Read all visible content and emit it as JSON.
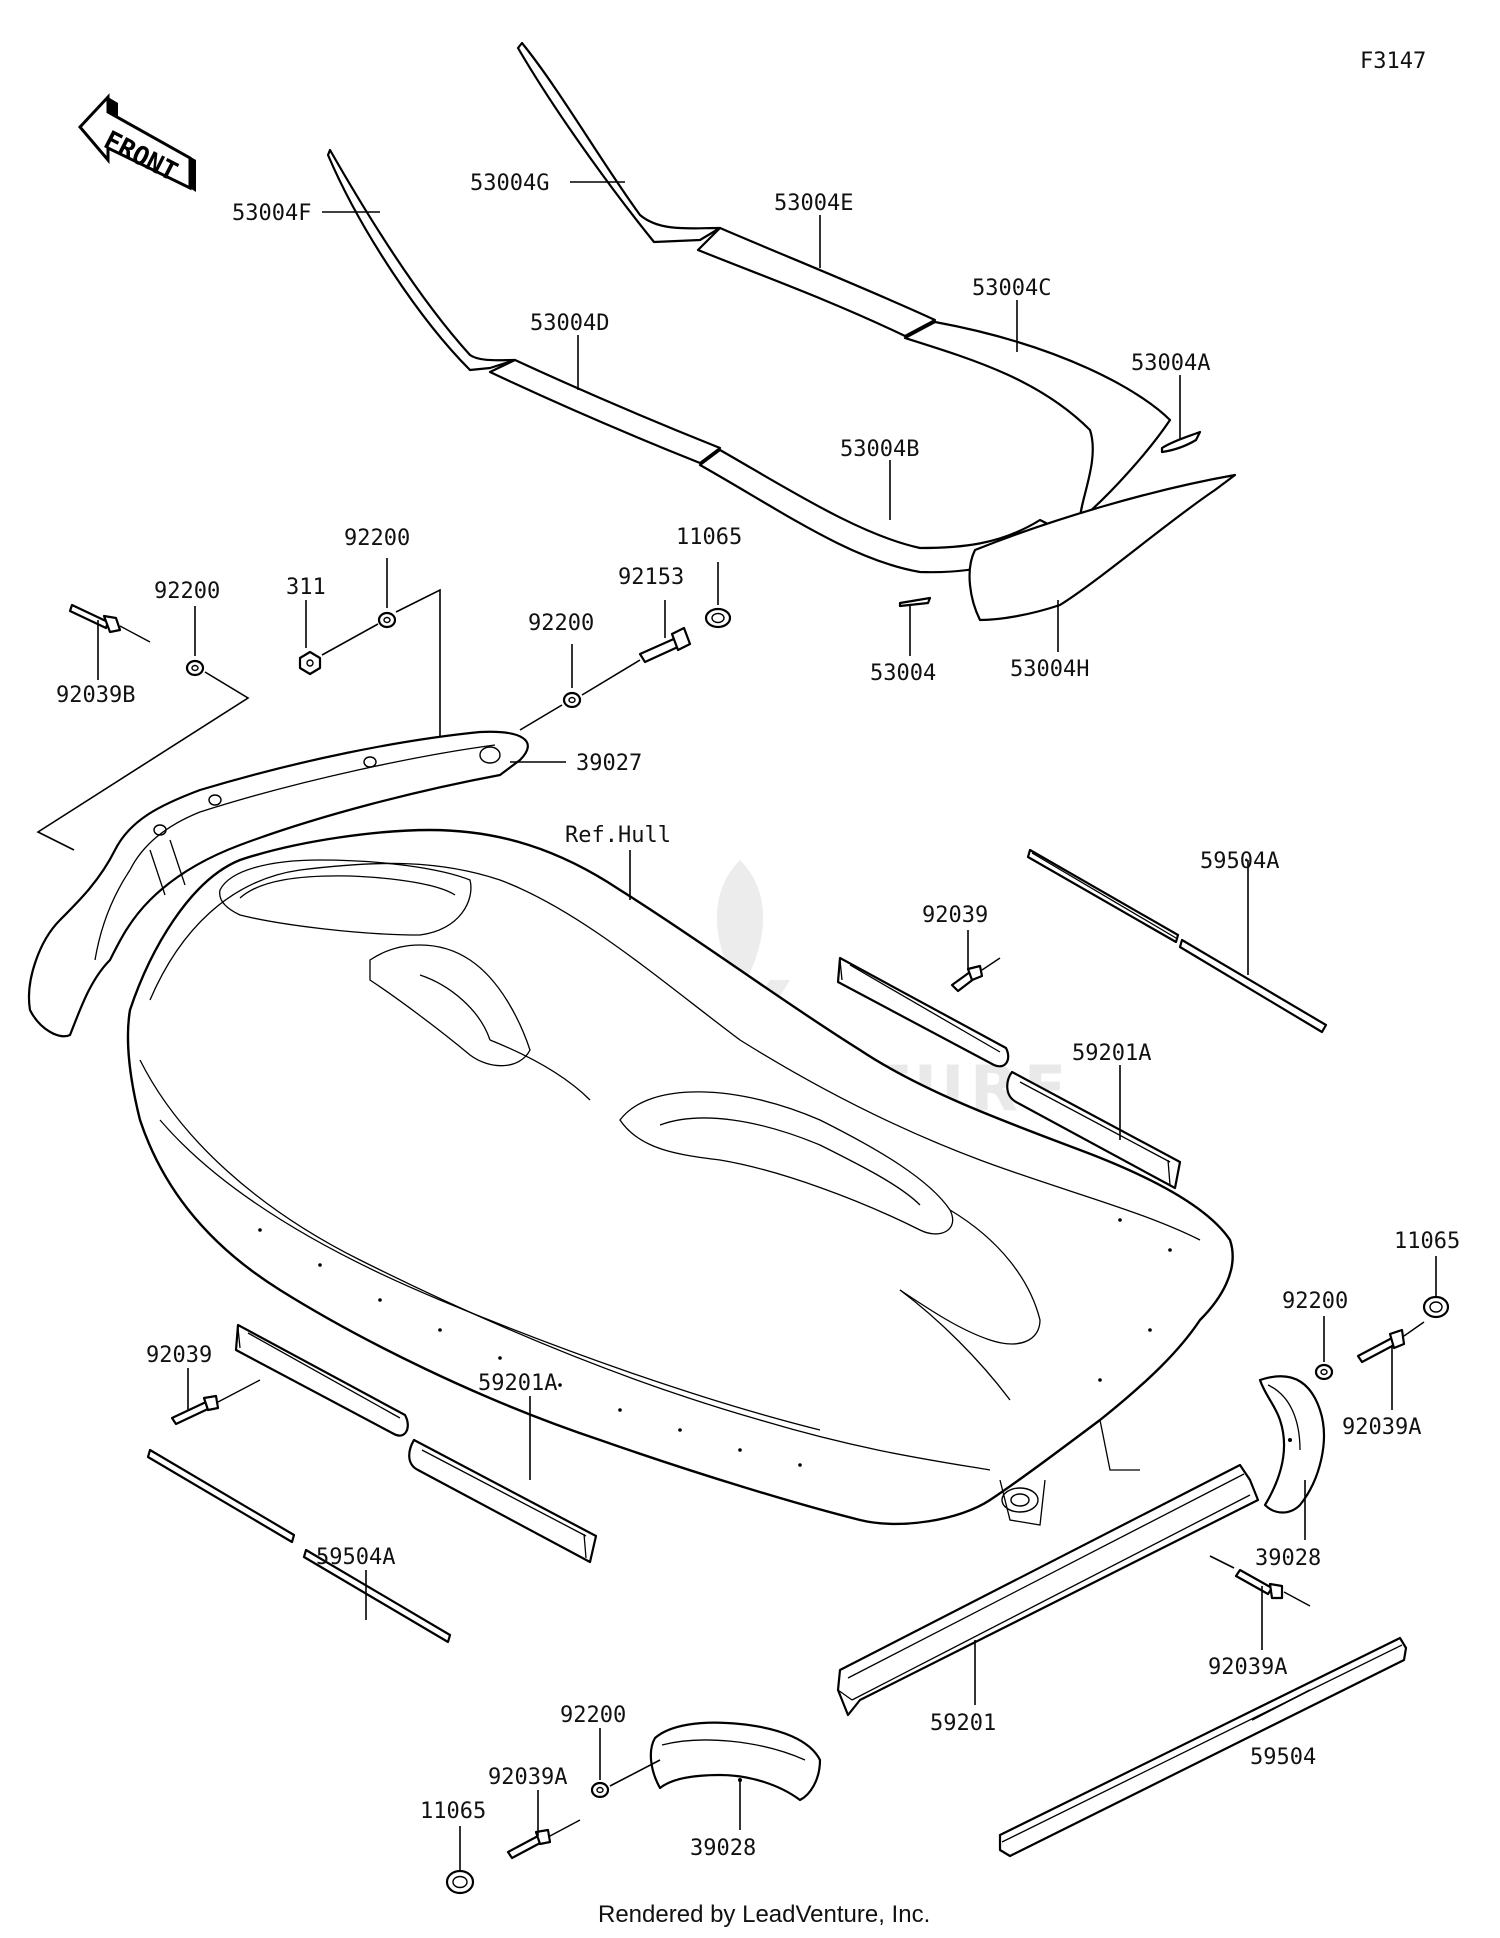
{
  "figure_id": "F3147",
  "front_label": "FRONT",
  "ref_hull_label": "Ref.Hull",
  "watermark": "LEADVENTURE",
  "footer": "Rendered by LeadVenture, Inc.",
  "labels": {
    "l53004G": "53004G",
    "l53004F": "53004F",
    "l53004E": "53004E",
    "l53004D": "53004D",
    "l53004C": "53004C",
    "l53004A": "53004A",
    "l53004B": "53004B",
    "l53004": "53004",
    "l53004H": "53004H",
    "l11065_top": "11065",
    "l92153": "92153",
    "l92200_mid": "92200",
    "l92200_top": "92200",
    "l311": "311",
    "l92200_left": "92200",
    "l92039B": "92039B",
    "l39027": "39027",
    "l92039_mid": "92039",
    "l59504A_right": "59504A",
    "l59201A_right": "59201A",
    "l11065_right": "11065",
    "l92200_right": "92200",
    "l92039A_right": "92039A",
    "l92039_left": "92039",
    "l59201A_left": "59201A",
    "l59504A_left": "59504A",
    "l39028_right": "39028",
    "l92039A_lowright": "92039A",
    "l92200_bottom": "92200",
    "l92039A_bottom": "92039A",
    "l11065_bottom": "11065",
    "l59201": "59201",
    "l59504": "59504",
    "l39028_bottom": "39028"
  }
}
